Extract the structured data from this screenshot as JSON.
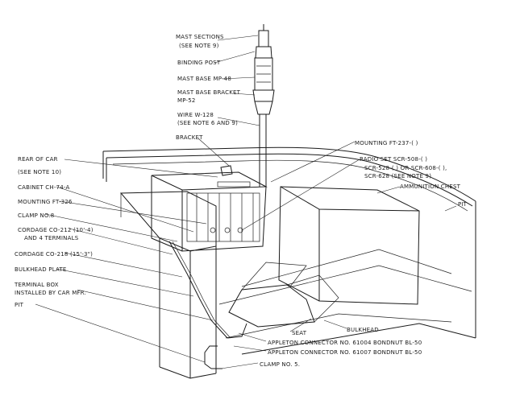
{
  "labels": {
    "mast_sections": "MAST SECTIONS",
    "mast_sections_note": "(SEE NOTE 9)",
    "binding_post": "BINDING POST",
    "mast_base": "MAST BASE  MP-48",
    "mast_base_bracket": "MAST BASE BRACKET",
    "mast_base_bracket_code": "MP-52",
    "wire": "WIRE W-128",
    "wire_note": "(SEE NOTE 6 AND 9)",
    "bracket": "BRACKET",
    "mounting_ft237": "MOUNTING FT-237-( )",
    "radio_set_1": "RADIO SET SCR-508-( )",
    "radio_set_2": "SCR-528-( ) OR SCR-608-( ),",
    "radio_set_3": "SCR-628 (SEE NOTE 9)",
    "ammunition_chest": "AMMUNITION CHEST",
    "pit_right": "PIT",
    "rear_of_car": "REAR OF CAR",
    "rear_of_car_note": "(SEE NOTE 10)",
    "cabinet": "CABINET CH-74-A",
    "mounting_ft326": "MOUNTING FT-326",
    "clamp_no8": "CLAMP NO.8",
    "cordage_co212": "CORDAGE CO-212 (10'-4)",
    "cordage_co212_sub": "AND 4 TERMINALS",
    "cordage_co218": "CORDAGE CO-218 (15'-3\")",
    "bulkhead_plate": "BULKHEAD PLATE",
    "terminal_box": "TERMINAL BOX",
    "terminal_box_sub": "INSTALLED BY CAR MFR.",
    "pit_left": "PIT",
    "seat": "SEAT",
    "bulkhead": "BULKHEAD",
    "appleton_1": "APPLETON CONNECTOR NO. 61004 BONDNUT BL-50",
    "appleton_2": "APPLETON CONNECTOR NO. 61007 BONDNUT BL-50",
    "clamp_no5": "CLAMP NO. 5."
  }
}
